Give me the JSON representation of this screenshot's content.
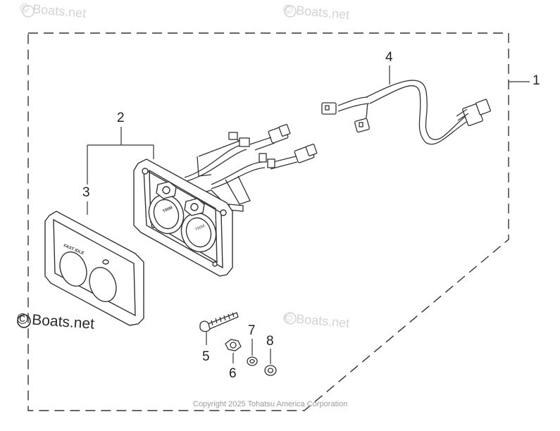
{
  "watermarks": {
    "top_left": "© Boats.net",
    "top_center": "© Boats.net",
    "mid_right": "© Boats.net",
    "bottom_left": "© Boats.net"
  },
  "callouts": {
    "part_1": "1",
    "part_2": "2",
    "part_3": "3",
    "part_4": "4",
    "part_5": "5",
    "part_6": "6",
    "part_7": "7",
    "part_8": "8"
  },
  "cover_label": "FAST IDLE",
  "copyright": "Copyright 2025 Tohatsu America Corporation"
}
